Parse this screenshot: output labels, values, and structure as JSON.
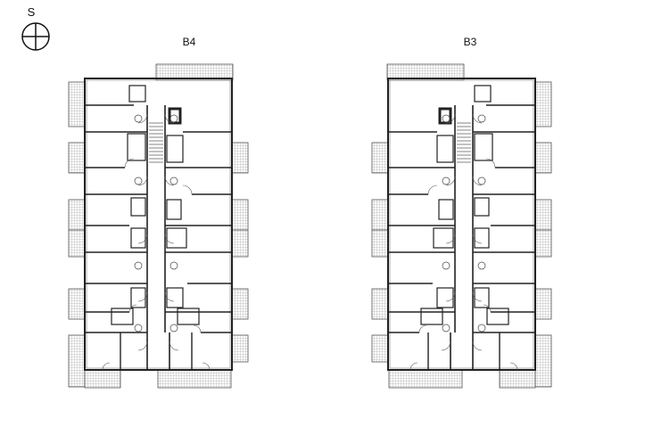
{
  "compass": {
    "letter": "S",
    "icon": "compass-icon"
  },
  "buildings": [
    {
      "id": "b4",
      "label": "B4"
    },
    {
      "id": "b3",
      "label": "B3"
    }
  ]
}
